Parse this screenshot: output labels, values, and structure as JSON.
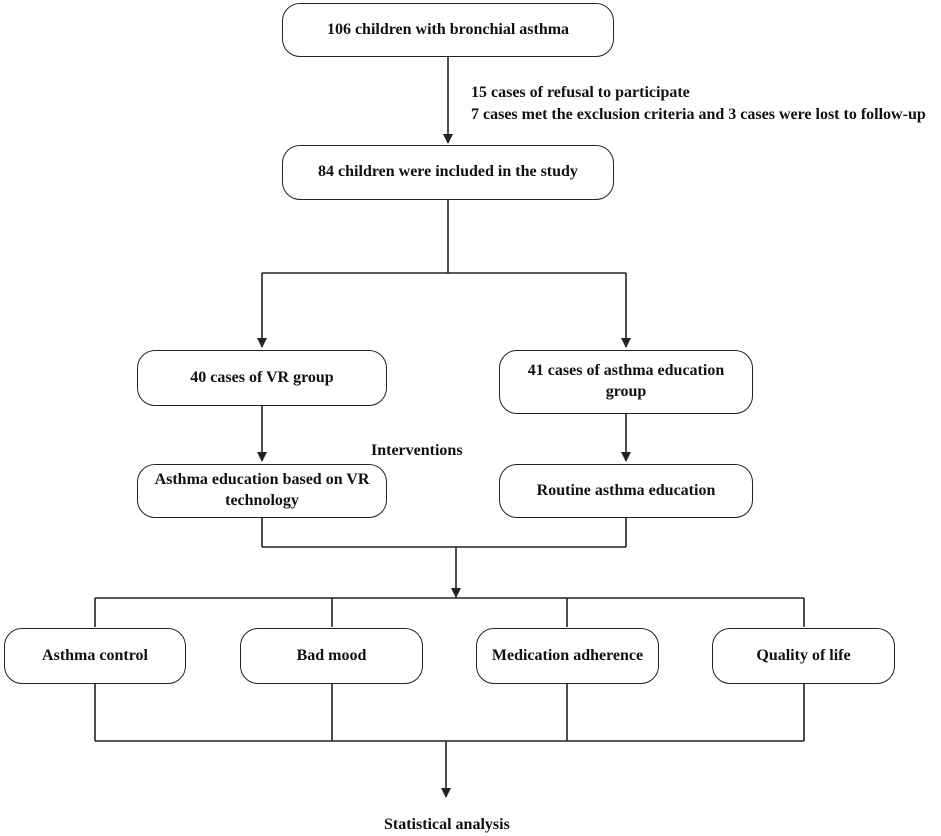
{
  "nodes": {
    "enrolled": "106 children with bronchial asthma",
    "included": "84 children were included in the study",
    "vr_group": "40 cases of VR group",
    "edu_group": "41 cases of asthma education group",
    "vr_intervention": "Asthma education based on VR technology",
    "routine_intervention": "Routine asthma education",
    "outcome_control": "Asthma control",
    "outcome_mood": "Bad mood",
    "outcome_adherence": "Medication adherence",
    "outcome_qol": "Quality of life"
  },
  "exclusions": {
    "line1": "15 cases of refusal to participate",
    "line2": "7 cases met the exclusion criteria and 3 cases were lost to follow-up"
  },
  "interventions_label": "Interventions",
  "final_label": "Statistical analysis"
}
